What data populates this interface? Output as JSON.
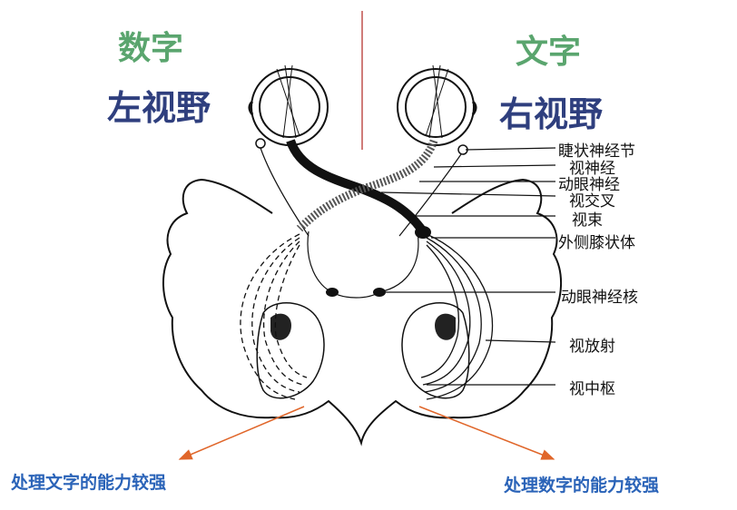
{
  "left_header": {
    "subject": "数字",
    "field": "左视野"
  },
  "right_header": {
    "subject": "文字",
    "field": "右视野"
  },
  "anatomy_labels": [
    {
      "text": "睫状神经节"
    },
    {
      "text": "视神经"
    },
    {
      "text": "动眼神经"
    },
    {
      "text": "视交叉"
    },
    {
      "text": "视束"
    },
    {
      "text": "外侧膝状体"
    },
    {
      "text": "动眼神经核"
    },
    {
      "text": "视放射"
    },
    {
      "text": "视中枢"
    }
  ],
  "notes": {
    "left": "处理文字的能力较强",
    "right": "处理数字的能力较强"
  },
  "colors": {
    "green": "#5aa56e",
    "navy": "#2f3f7e",
    "note_blue": "#2a63b8",
    "arrow": "#e0662a",
    "divider": "#c0504d"
  }
}
